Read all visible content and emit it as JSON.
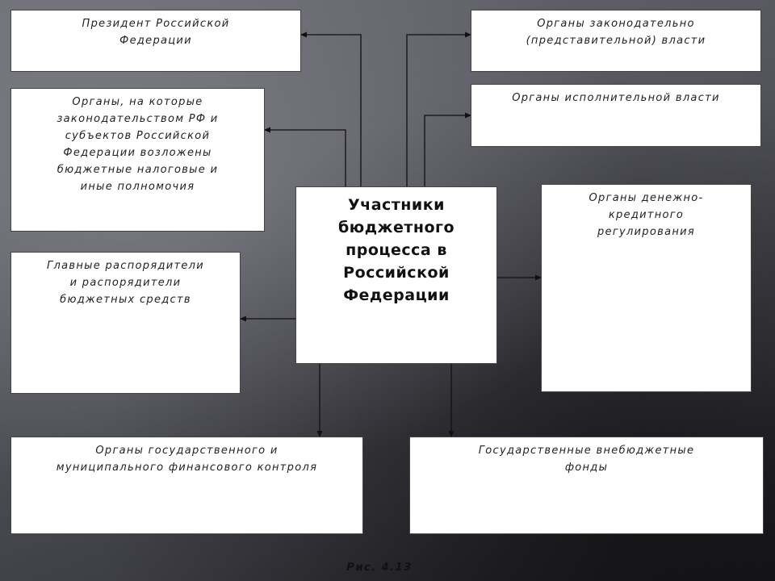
{
  "diagram": {
    "center": "Участники\nбюджетного\nпроцесса в\nРоссийской\nФедерации",
    "president": "Президент Российской\nФедерации",
    "legislative": "Органы законодательно\n(представительной) власти",
    "executive": "Органы исполнительной власти",
    "tax_authorities": "Органы, на которые\nзаконодательством РФ и\nсубъектов Российской\nФедерации возложены\nбюджетные налоговые и\nиные полномочия",
    "monetary": "Органы денежно-\nкредитного\nрегулирования",
    "managers": "Главные распорядители\nи распорядители\nбюджетных средств",
    "financial_control": "Органы государственного и\nмуниципального финансового контроля",
    "extrabudgetary_funds": "Государственные внебюджетные\nфонды"
  },
  "caption": "Рис. 4.13"
}
